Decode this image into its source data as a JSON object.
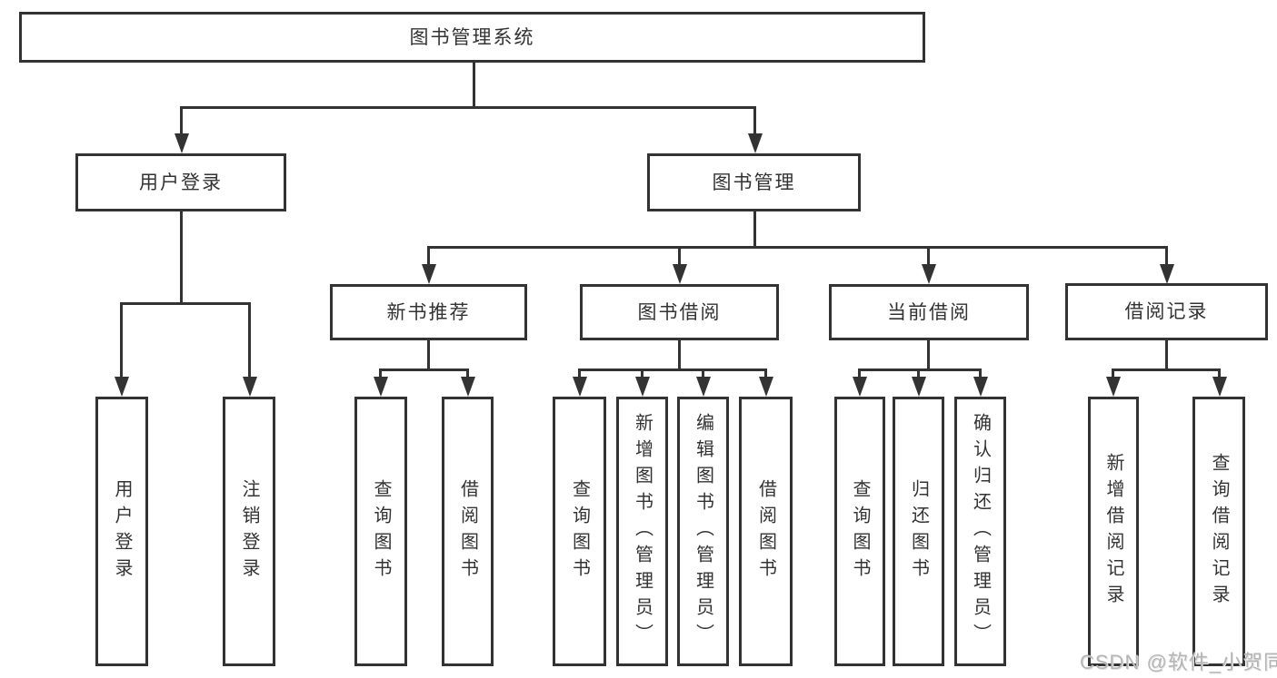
{
  "diagram": {
    "title": "图书管理系统",
    "nodes": {
      "root": {
        "label": "图书管理系统"
      },
      "user_login": {
        "label": "用户登录"
      },
      "book_mgmt": {
        "label": "图书管理"
      },
      "new_book_rec": {
        "label": "新书推荐"
      },
      "book_borrow": {
        "label": "图书借阅"
      },
      "current_borrow": {
        "label": "当前借阅"
      },
      "borrow_records": {
        "label": "借阅记录"
      },
      "login": {
        "label": "用户登录"
      },
      "logout": {
        "label": "注销登录"
      },
      "rec_query": {
        "label": "查询图书"
      },
      "rec_borrow": {
        "label": "借阅图书"
      },
      "bb_query": {
        "label": "查询图书"
      },
      "bb_add": {
        "label": "新增图书（管理员）"
      },
      "bb_edit": {
        "label": "编辑图书（管理员）"
      },
      "bb_borrow": {
        "label": "借阅图书"
      },
      "cb_query": {
        "label": "查询图书"
      },
      "cb_return": {
        "label": "归还图书"
      },
      "cb_confirm": {
        "label": "确认归还（管理员）"
      },
      "br_add": {
        "label": "新增借阅记录"
      },
      "br_query": {
        "label": "查询借阅记录"
      }
    },
    "hierarchy": {
      "root": [
        "user_login",
        "book_mgmt"
      ],
      "user_login": [
        "login",
        "logout"
      ],
      "book_mgmt": [
        "new_book_rec",
        "book_borrow",
        "current_borrow",
        "borrow_records"
      ],
      "new_book_rec": [
        "rec_query",
        "rec_borrow"
      ],
      "book_borrow": [
        "bb_query",
        "bb_add",
        "bb_edit",
        "bb_borrow"
      ],
      "current_borrow": [
        "cb_query",
        "cb_return",
        "cb_confirm"
      ],
      "borrow_records": [
        "br_add",
        "br_query"
      ]
    },
    "colors": {
      "line": "#333333",
      "text": "#333333",
      "background": "#ffffff",
      "watermark": "#b5b5b5"
    }
  },
  "watermark": {
    "text": "CSDN @软件_小贺同学"
  }
}
